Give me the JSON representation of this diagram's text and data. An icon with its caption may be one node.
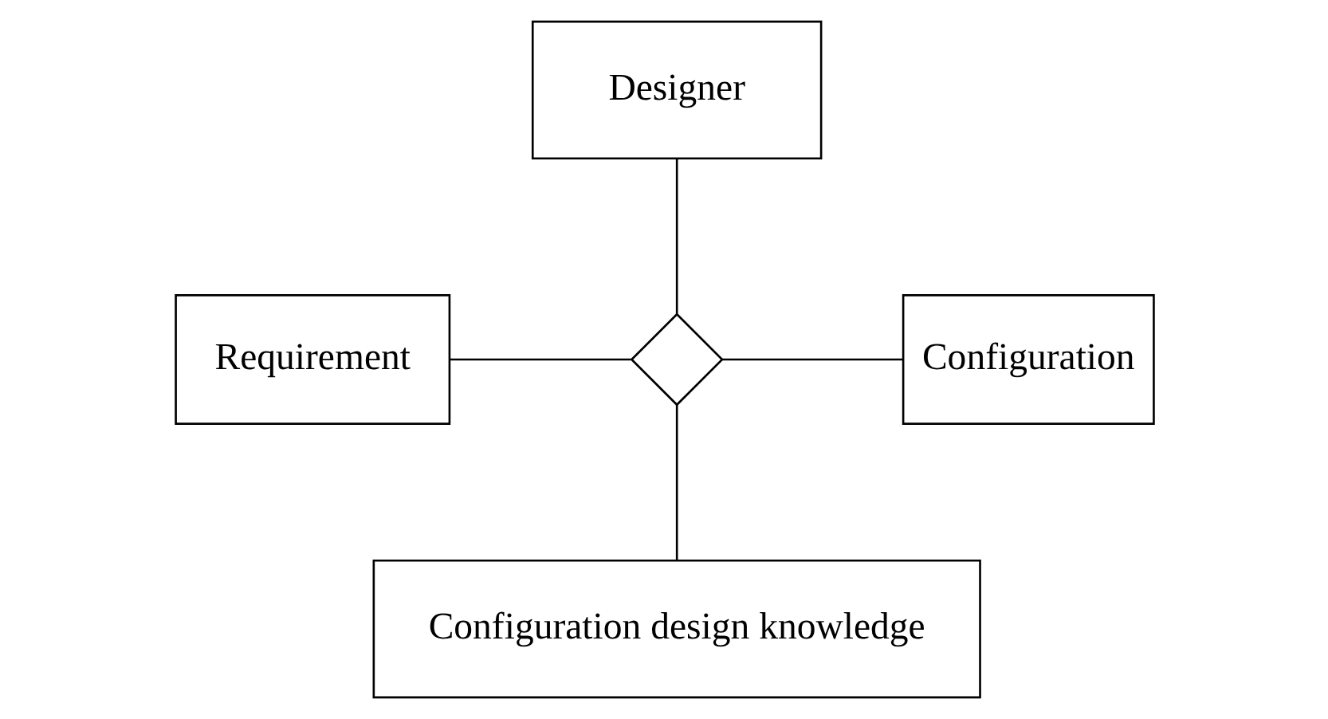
{
  "diagram": {
    "nodes": [
      {
        "text": [
          "Designer"
        ]
      },
      {
        "text": [
          "Requirement"
        ]
      },
      {
        "text": [],
        "shape": "diamond"
      },
      {
        "text": [
          "Configuration"
        ]
      },
      {
        "text": [
          "Configuration design knowledge"
        ]
      }
    ],
    "edges": [
      {
        "from": 0,
        "to": 2,
        "arrow": "none"
      },
      {
        "from": 1,
        "to": 2,
        "arrow": "none"
      },
      {
        "from": 2,
        "to": 3,
        "arrow": "none"
      },
      {
        "from": 2,
        "to": 4,
        "arrow": "none"
      }
    ]
  }
}
